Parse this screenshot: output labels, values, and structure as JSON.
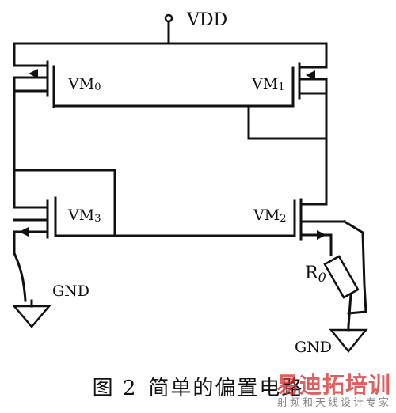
{
  "labels": {
    "vdd": "VDD",
    "gnd_left": "GND",
    "gnd_right": "GND",
    "r0_letter": "R",
    "r0_sub": "0",
    "vm0": {
      "base": "VM",
      "sub": "0"
    },
    "vm1": {
      "base": "VM",
      "sub": "1"
    },
    "vm2": {
      "base": "VM",
      "sub": "2"
    },
    "vm3": {
      "base": "VM",
      "sub": "3"
    }
  },
  "caption": {
    "number": "图 2",
    "title": "简单的偏置电路"
  },
  "watermark": {
    "main": "易迪拓培训",
    "sub": "射频和天线设计专家"
  },
  "colors": {
    "ink": "#111111",
    "watermark_red": "#d62828"
  }
}
